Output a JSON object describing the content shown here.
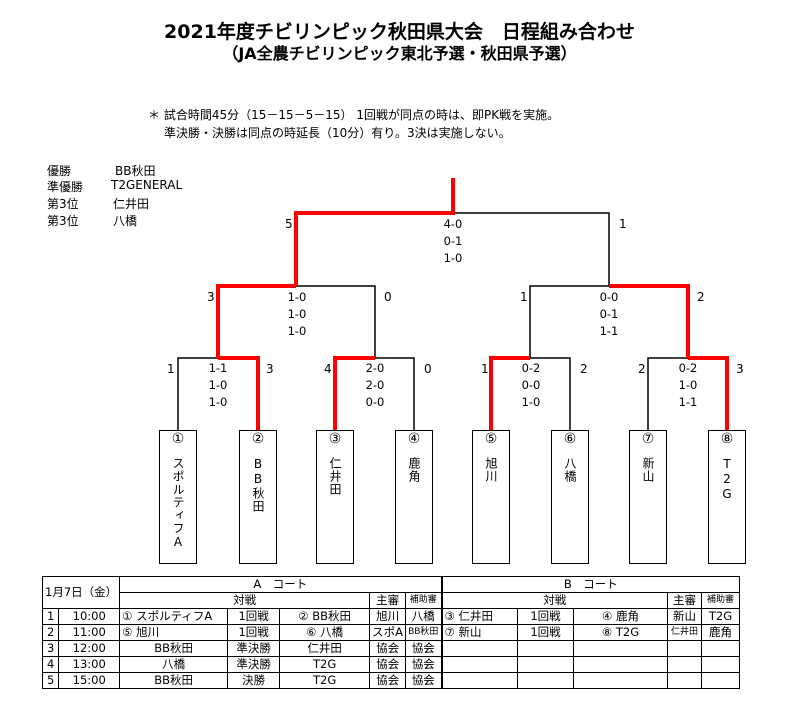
{
  "header": {
    "title": "2021年度チビリンピック秋田県大会　日程組み合わせ",
    "subtitle": "（JA全農チビリンピック東北予選・秋田県予選）",
    "note1": "＊ 試合時間45分（15－15－5－15） 1回戦が同点の時は、即PK戦を実施。",
    "note2": "準決勝・決勝は同点の時延長（10分）有り。3決は実施しない。"
  },
  "results": [
    {
      "rank": "優勝",
      "team": "BB秋田"
    },
    {
      "rank": "準優勝",
      "team": "T2GENERAL"
    },
    {
      "rank": "第3位",
      "team": "仁井田"
    },
    {
      "rank": "第3位",
      "team": "八橋"
    }
  ],
  "teams": [
    {
      "no": "①",
      "name": "スポルティフA"
    },
    {
      "no": "②",
      "name": "BB秋田"
    },
    {
      "no": "③",
      "name": "仁井田"
    },
    {
      "no": "④",
      "name": "鹿角"
    },
    {
      "no": "⑤",
      "name": "旭川"
    },
    {
      "no": "⑥",
      "name": "八橋"
    },
    {
      "no": "⑦",
      "name": "新山"
    },
    {
      "no": "⑧",
      "name": "T2G"
    }
  ],
  "round1": [
    {
      "left": "1",
      "right": "3",
      "halves": [
        "1-1",
        "1-0",
        "1-0"
      ]
    },
    {
      "left": "4",
      "right": "0",
      "halves": [
        "2-0",
        "2-0",
        "0-0"
      ]
    },
    {
      "left": "1",
      "right": "2",
      "halves": [
        "0-2",
        "0-0",
        "1-0"
      ]
    },
    {
      "left": "2",
      "right": "3",
      "halves": [
        "0-2",
        "1-0",
        "1-1"
      ]
    }
  ],
  "semis": [
    {
      "left": "3",
      "right": "0",
      "halves": [
        "1-0",
        "1-0",
        "1-0"
      ]
    },
    {
      "left": "1",
      "right": "2",
      "halves": [
        "0-0",
        "0-1",
        "1-1"
      ]
    }
  ],
  "final": {
    "left": "5",
    "right": "1",
    "halves": [
      "4-0",
      "0-1",
      "1-0"
    ]
  },
  "schedule": {
    "date": "1月7日（金）",
    "court_a": "A　コート",
    "court_b": "B　コート",
    "match_header": "対戦",
    "referee_header": "主審",
    "assistant_header": "補助審",
    "rows": [
      {
        "num": "1",
        "time": "10:00",
        "a_t1": "① スポルティフA",
        "a_round": "1回戦",
        "a_t2": "② BB秋田",
        "a_ref": "旭川",
        "a_asst": "八橋",
        "b_t1": "③ 仁井田",
        "b_round": "1回戦",
        "b_t2": "④ 鹿角",
        "b_ref": "新山",
        "b_asst": "T2G"
      },
      {
        "num": "2",
        "time": "11:00",
        "a_t1": "⑤ 旭川",
        "a_round": "1回戦",
        "a_t2": "⑥ 八橋",
        "a_ref": "スポA",
        "a_asst": "BB秋田",
        "b_t1": "⑦ 新山",
        "b_round": "1回戦",
        "b_t2": "⑧ T2G",
        "b_ref": "仁井田",
        "b_asst": "鹿角"
      },
      {
        "num": "3",
        "time": "12:00",
        "a_t1": "BB秋田",
        "a_round": "準決勝",
        "a_t2": "仁井田",
        "a_ref": "協会",
        "a_asst": "協会",
        "b_t1": "",
        "b_round": "",
        "b_t2": "",
        "b_ref": "",
        "b_asst": ""
      },
      {
        "num": "4",
        "time": "13:00",
        "a_t1": "八橋",
        "a_round": "準決勝",
        "a_t2": "T2G",
        "a_ref": "協会",
        "a_asst": "協会",
        "b_t1": "",
        "b_round": "",
        "b_t2": "",
        "b_ref": "",
        "b_asst": ""
      },
      {
        "num": "5",
        "time": "15:00",
        "a_t1": "BB秋田",
        "a_round": "決勝",
        "a_t2": "T2G",
        "a_ref": "協会",
        "a_asst": "協会",
        "b_t1": "",
        "b_round": "",
        "b_t2": "",
        "b_ref": "",
        "b_asst": ""
      }
    ]
  },
  "colors": {
    "winner_line": "#ff0000",
    "line": "#000000"
  }
}
